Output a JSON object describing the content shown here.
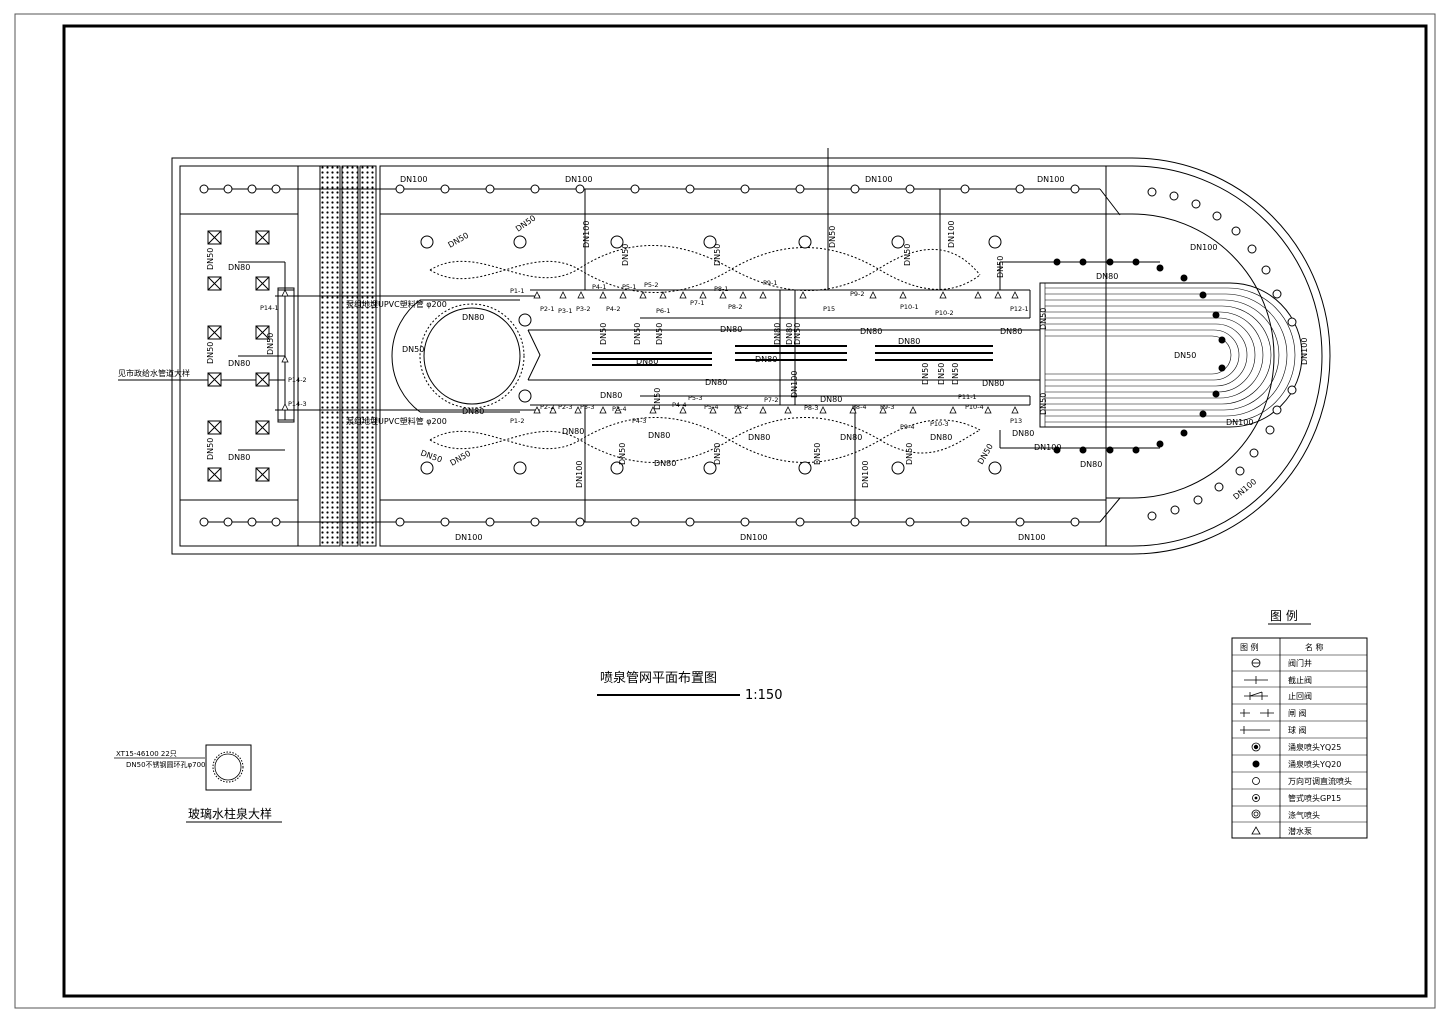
{
  "drawing": {
    "title": "喷泉管网平面布置图",
    "scale": "1:150"
  },
  "pipe_labels": {
    "dn100": "DN100",
    "dn80": "DN80",
    "dn50": "DN50"
  },
  "left_notes": {
    "supply_1": "泵组地埋UPVC塑料管 φ200",
    "supply_2": "泵组地埋UPVC塑料管 φ200",
    "source": "见市政给水管道大样"
  },
  "pumps": {
    "p14_1": "P14-1",
    "p14_2": "P14-2",
    "p14_3": "P14-3",
    "p1_1": "P1-1",
    "p1_2": "P1-2",
    "p11_1": "P11-1",
    "p13": "P13",
    "p15": "P15",
    "top_row": [
      "P2-1",
      "P3-1",
      "P3-2",
      "P4-1",
      "P4-2",
      "P5-1",
      "P5-2",
      "P6-1",
      "P7-1",
      "P8-1",
      "P8-2",
      "P9-1",
      "P9-2",
      "P10-1",
      "P10-2",
      "P12-1"
    ],
    "bottom_row": [
      "P2-2",
      "P2-3",
      "P3-3",
      "P3-4",
      "P4-3",
      "P4-4",
      "P5-3",
      "P5-4",
      "P6-2",
      "P7-2",
      "P8-3",
      "P8-4",
      "P9-3",
      "P9-4",
      "P10-3",
      "P10-4"
    ]
  },
  "detail": {
    "title": "玻璃水柱泉大样",
    "note_1": "XT15-46100 22只",
    "note_2": "DN50不锈钢圆环孔φ700"
  },
  "legend": {
    "title": "图  例",
    "col_symbol": "图  例",
    "col_name": "名  称",
    "rows": [
      {
        "symbol": "valve-well-icon",
        "name": "阀门井"
      },
      {
        "symbol": "stop-valve-icon",
        "name": "截止阀"
      },
      {
        "symbol": "check-valve-icon",
        "name": "止回阀"
      },
      {
        "symbol": "gate-valve-icon",
        "name": "闸  阀"
      },
      {
        "symbol": "ball-valve-icon",
        "name": "球  阀"
      },
      {
        "symbol": "nozzle-yq25-icon",
        "name": "涌泉喷头YQ25"
      },
      {
        "symbol": "nozzle-yq20-icon",
        "name": "涌泉喷头YQ20"
      },
      {
        "symbol": "adjustable-nozzle-icon",
        "name": "万向可调直流喷头"
      },
      {
        "symbol": "tube-nozzle-icon",
        "name": "管式喷头GP15"
      },
      {
        "symbol": "aerated-nozzle-icon",
        "name": "涤气喷头"
      },
      {
        "symbol": "submersible-pump-icon",
        "name": "潜水泵"
      }
    ]
  },
  "colors": {
    "line": "#000000",
    "background": "#ffffff"
  }
}
